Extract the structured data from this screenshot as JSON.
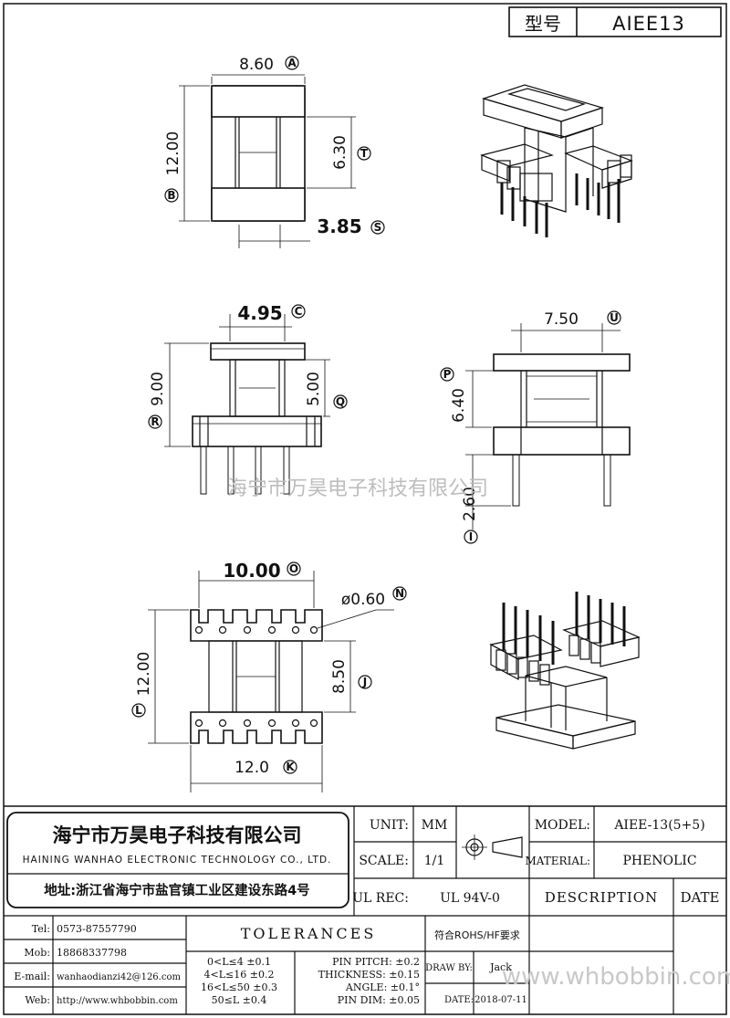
{
  "header": {
    "type_label": "型号",
    "model": "AIEE13"
  },
  "dimensions": {
    "top_width": "8.60",
    "top_width_id": "A",
    "top_height": "12.00",
    "top_height_id": "B",
    "top_inner": "6.30",
    "top_inner_id": "T",
    "top_core": "3.85",
    "top_core_id": "S",
    "side_top": "4.95",
    "side_top_id": "C",
    "side_height": "9.00",
    "side_height_id": "R",
    "side_inner": "5.00",
    "side_inner_id": "Q",
    "front_width": "7.50",
    "front_width_id": "U",
    "front_height": "6.40",
    "front_height_id": "P",
    "front_pin": "2.60",
    "front_pin_id": "I",
    "bottom_width": "10.00",
    "bottom_width_id": "O",
    "bottom_hole": "ø0.60",
    "bottom_hole_id": "N",
    "bottom_height": "12.00",
    "bottom_height_id": "L",
    "bottom_inner": "8.50",
    "bottom_inner_id": "J",
    "bottom_base": "12.0",
    "bottom_base_id": "K"
  },
  "watermark": {
    "center": "海宁市万昊电子科技有限公司",
    "corner": "www.whbobbin.com"
  },
  "title_block": {
    "company_cn": "海宁市万昊电子科技有限公司",
    "company_en": "HAINING WANHAO ELECTRONIC TECHNOLOGY CO., LTD.",
    "address": "地址:浙江省海宁市盐官镇工业区建设东路4号",
    "unit_label": "UNIT:",
    "unit_value": "MM",
    "scale_label": "SCALE:",
    "scale_value": "1/1",
    "ulrec_label": "UL REC:",
    "ulrec_value": "UL 94V-0",
    "model_label": "MODEL:",
    "model_value": "AIEE-13(5+5)",
    "material_label": "MATERIAL:",
    "material_value": "PHENOLIC",
    "description": "DESCRIPTION",
    "date_header": "DATE",
    "tel_label": "Tel:",
    "tel_value": "0573-87557790",
    "mob_label": "Mob:",
    "mob_value": "18868337798",
    "email_label": "E-mail:",
    "email_value": "wanhaodianzi42@126.com",
    "web_label": "Web:",
    "web_value": "http://www.whbobbin.com",
    "tolerances": "TOLERANCES",
    "rohs": "符合ROHS/HF要求",
    "tol_lines": [
      "0<L≤4 ±0.1",
      "4<L≤16 ±0.2",
      "16<L≤50 ±0.3",
      "50≤L ±0.4"
    ],
    "pin_lines": [
      "PIN PITCH: ±0.2",
      "THICKNESS: ±0.15",
      "ANGLE: ±0.1°",
      "PIN DIM: ±0.05"
    ],
    "drawby_label": "DRAW BY:",
    "drawby_value": "Jack",
    "date_label": "DATE:",
    "date_value": "2018-07-11"
  }
}
